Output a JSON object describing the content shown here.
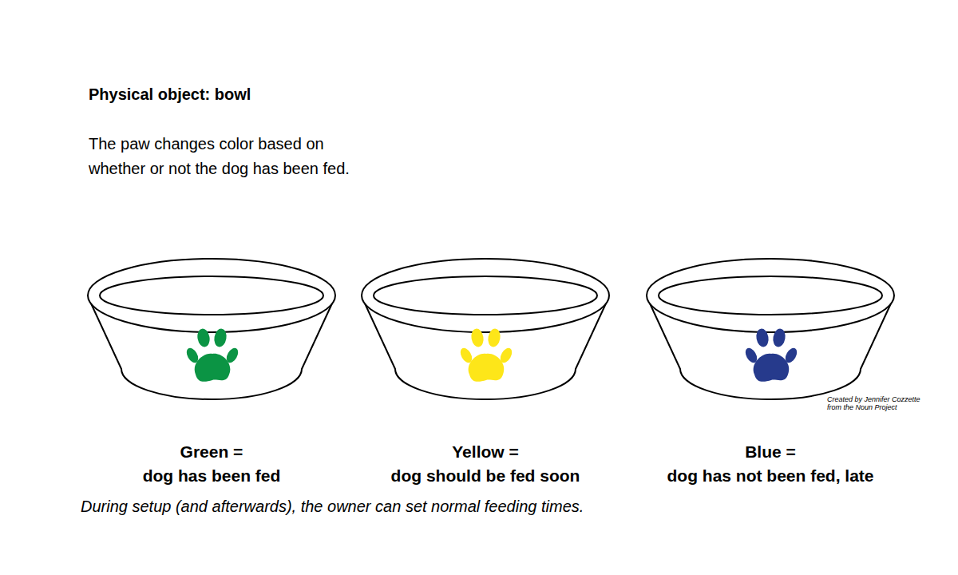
{
  "diagram": {
    "title": "Physical object: bowl",
    "caption": "During setup (and afterwards), the owner can set normal feeding times.",
    "nodes": [
      {
        "text": [
          "Green = dog has been fed"
        ]
      },
      {
        "text": [
          "Yellow = dog should be fed soon"
        ]
      },
      {
        "text": [
          "Blue = dog has not been fed, late"
        ]
      }
    ],
    "labels": [
      "The paw changes color based on whether or not the dog has been fed.",
      "Created by Jennifer Cozzette from the Noun Project"
    ]
  }
}
